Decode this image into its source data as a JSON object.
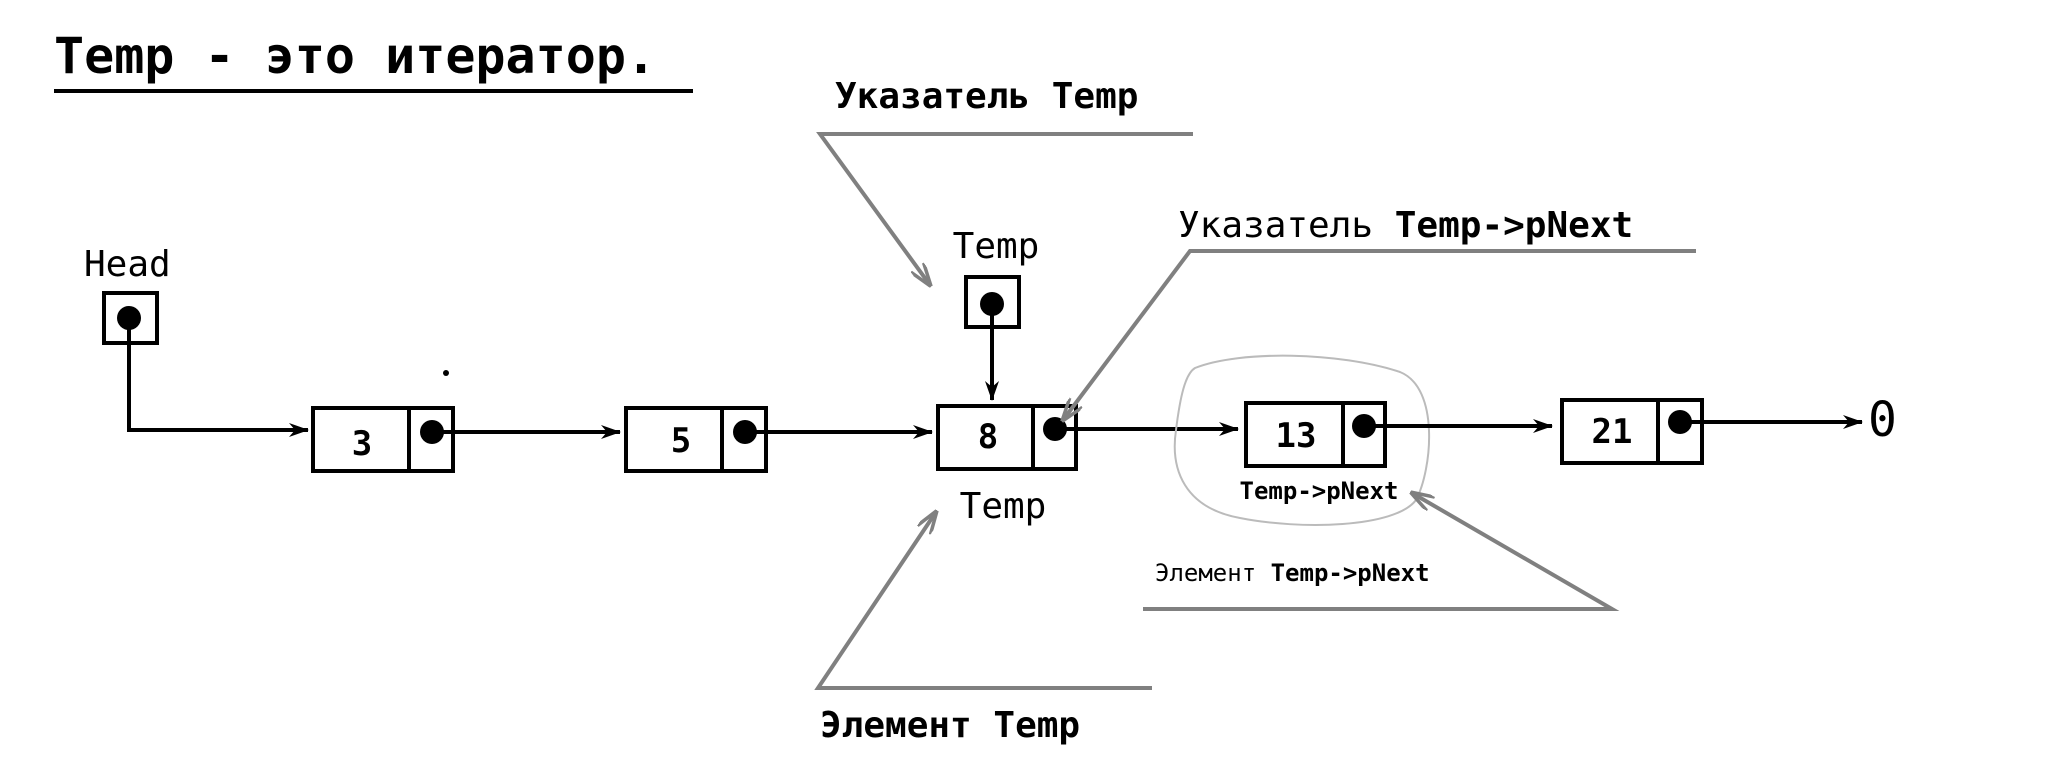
{
  "title": "Temp - это итератор.",
  "head_label": "Head",
  "temp_pointer_label": "Temp",
  "temp_element_label": "Temp",
  "pnext_small_label": "Temp->pNext",
  "callouts": {
    "pointer_temp": "Указатель Temp",
    "pointer_pnext_prefix": "Указатель ",
    "pointer_pnext_bold": "Temp->pNext",
    "element_pnext_prefix": "Элемент ",
    "element_pnext_bold": "Temp->pNext",
    "element_temp": "Элемент Temp"
  },
  "nodes": [
    {
      "value": "3"
    },
    {
      "value": "5"
    },
    {
      "value": "8"
    },
    {
      "value": "13"
    },
    {
      "value": "21"
    }
  ],
  "terminator": "0",
  "colors": {
    "line": "#000000",
    "callout": "#808080",
    "highlight": "#bbbbbb"
  }
}
